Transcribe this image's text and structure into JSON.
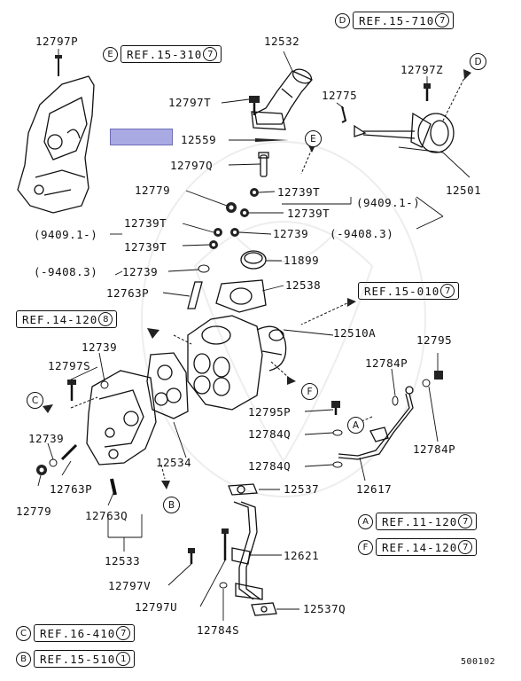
{
  "diagram": {
    "doc_number": "500102",
    "part_numbers": {
      "p12797P": "12797P",
      "p12532": "12532",
      "p12797Z": "12797Z",
      "p12775": "12775",
      "p12797T": "12797T",
      "p12559": "12559",
      "p12797Q": "12797Q",
      "p12501": "12501",
      "p12779_top": "12779",
      "p12739T_a": "12739T",
      "p12739T_b": "12739T",
      "p12739T_c": "12739T",
      "p12739T_d": "12739T",
      "p12739_mid": "12739",
      "p12739_left": "12739",
      "p11899": "11899",
      "p12763P_mid": "12763P",
      "p12538": "12538",
      "p12510A": "12510A",
      "p12739_low": "12739",
      "p12795": "12795",
      "p12797S": "12797S",
      "p12784P_a": "12784P",
      "p12795P": "12795P",
      "p12784Q_a": "12784Q",
      "p12784P_b": "12784P",
      "p12739_bottom": "12739",
      "p12534": "12534",
      "p12784Q_b": "12784Q",
      "p12763P_low": "12763P",
      "p12617": "12617",
      "p12779_low": "12779",
      "p12537": "12537",
      "p12763Q": "12763Q",
      "p12533": "12533",
      "p12621": "12621",
      "p12797V": "12797V",
      "p12797U": "12797U",
      "p12537Q": "12537Q",
      "p12784S": "12784S"
    },
    "date_notes": {
      "from_9409_right": "(9409.1-)",
      "from_9409_left": "(9409.1-)",
      "to_9408_right": "(-9408.3)",
      "to_9408_left": "(-9408.3)"
    },
    "callouts": {
      "E_upper": "E",
      "D_upper": "D",
      "F_mid": "F",
      "C_left": "C",
      "A_mid": "A",
      "B_low": "B"
    },
    "references": [
      {
        "letter": "D",
        "text": "REF.15-710",
        "num": "7"
      },
      {
        "letter": "E",
        "text": "REF.15-310",
        "num": "7"
      },
      {
        "letter": "",
        "text": "REF.15-010",
        "num": "7"
      },
      {
        "letter": "",
        "text": "REF.14-120",
        "num": "8"
      },
      {
        "letter": "A",
        "text": "REF.11-120",
        "num": "7"
      },
      {
        "letter": "F",
        "text": "REF.14-120",
        "num": "7"
      },
      {
        "letter": "C",
        "text": "REF.16-410",
        "num": "7"
      },
      {
        "letter": "B",
        "text": "REF.15-510",
        "num": "1"
      }
    ],
    "highlight_color": "#a9a9e4"
  }
}
